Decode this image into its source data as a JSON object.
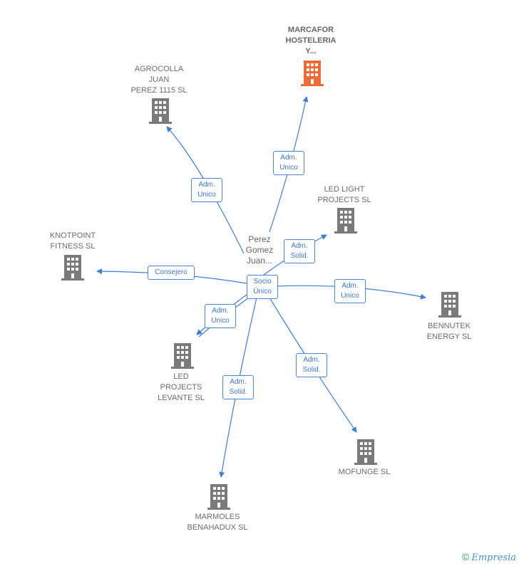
{
  "center": {
    "label": "Perez\nGomez\nJuan..."
  },
  "companies": [
    {
      "id": "marcafor",
      "label": "MARCAFOR\nHOSTELERIA\nY...",
      "highlight": true
    },
    {
      "id": "agrocolla",
      "label": "AGROCOLLA\nJUAN\nPEREZ 1115  SL"
    },
    {
      "id": "ledlight",
      "label": "LED LIGHT\nPROJECTS SL"
    },
    {
      "id": "knotpoint",
      "label": "KNOTPOINT\nFITNESS  SL"
    },
    {
      "id": "bennutek",
      "label": "BENNUTEK\nENERGY SL"
    },
    {
      "id": "ledlevante",
      "label": "LED\nPROJECTS\nLEVANTE  SL"
    },
    {
      "id": "mofunge",
      "label": "MOFUNGE  SL"
    },
    {
      "id": "marmoles",
      "label": "MARMOLES\nBENAHADUX SL"
    }
  ],
  "relations": [
    {
      "id": "r-marcafor",
      "label": "Adm.\nUnico"
    },
    {
      "id": "r-agrocolla",
      "label": "Adm.\nUnico"
    },
    {
      "id": "r-ledlight",
      "label": "Adm.\nSolid."
    },
    {
      "id": "r-knotpoint",
      "label": "Consejero"
    },
    {
      "id": "r-socio",
      "label": "Socio\nÚnico"
    },
    {
      "id": "r-bennutek",
      "label": "Adm.\nUnico"
    },
    {
      "id": "r-ledlevante",
      "label": "Adm.\nUnico"
    },
    {
      "id": "r-mofunge",
      "label": "Adm.\nSolid."
    },
    {
      "id": "r-marmoles",
      "label": "Adm.\nSolid."
    }
  ],
  "colors": {
    "edge": "#3c7dd9",
    "building": "#7a7a7a",
    "building_highlight": "#f06a35"
  },
  "footer": {
    "copyright": "©",
    "brand": "Empresia"
  }
}
